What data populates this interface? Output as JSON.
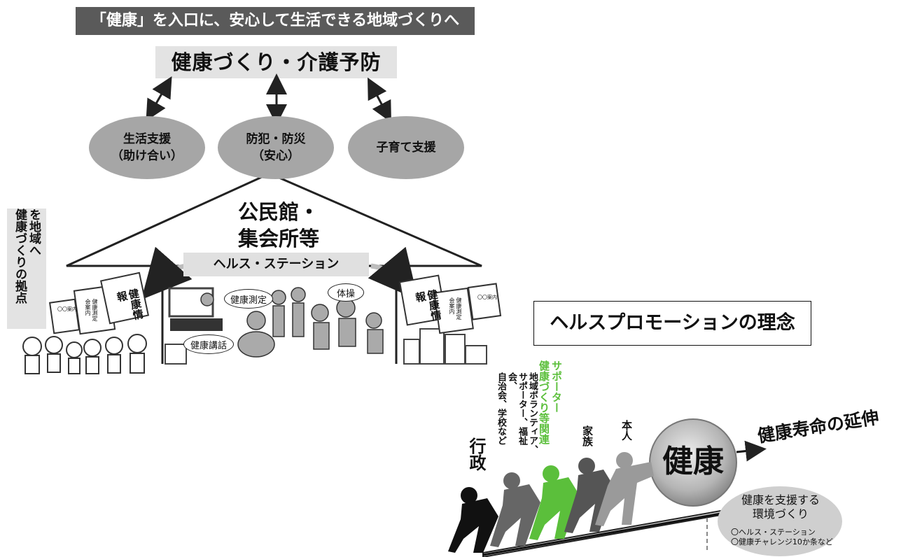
{
  "banner": "「健康」を入口に、安心して生活できる地域づくりへ",
  "top_box": "健康づくり・介護予防",
  "ellipses": [
    {
      "line1": "生活支援",
      "line2": "（助け合い）"
    },
    {
      "line1": "防犯・防災",
      "line2": "（安心）"
    },
    {
      "line1": "子育て支援",
      "line2": ""
    }
  ],
  "house": {
    "title_line1": "公民館・",
    "title_line2": "集会所等",
    "station": "ヘルス・ステーション",
    "measure": "健康測定",
    "exercise": "体操",
    "lecture": "健康講話"
  },
  "side_label": {
    "line1": "健康づくりの拠点",
    "line2": "を地域へ"
  },
  "signs": {
    "left_big": "健康情報",
    "left_mid": "健康測定会案内",
    "left_small": "〇〇案内",
    "right_big": "健康情報",
    "right_mid": "健康測定会案内",
    "right_small": "〇〇案内"
  },
  "promotion": {
    "title": "ヘルスプロモーションの理念",
    "ball": "健康",
    "goal": "健康寿命の延伸",
    "people": {
      "gov": "行政",
      "community": [
        "地域ボランティア、",
        "サポーター、福祉会、",
        "自治会、学校など"
      ],
      "supporters": [
        "健康づくり等関連",
        "サポーター"
      ],
      "family": "家族",
      "self": "本人"
    },
    "env": {
      "line1": "健康を支援する",
      "line2": "環境づくり",
      "item1": "〇ヘルス・ステーション",
      "item2": "〇健康チャレンジ10か条など"
    }
  },
  "colors": {
    "banner_bg": "#5a5a5a",
    "ellipse": "#a6a6a6",
    "top_box_bg": "#e3e3e3",
    "supporter_green": "#5bbf3b"
  }
}
